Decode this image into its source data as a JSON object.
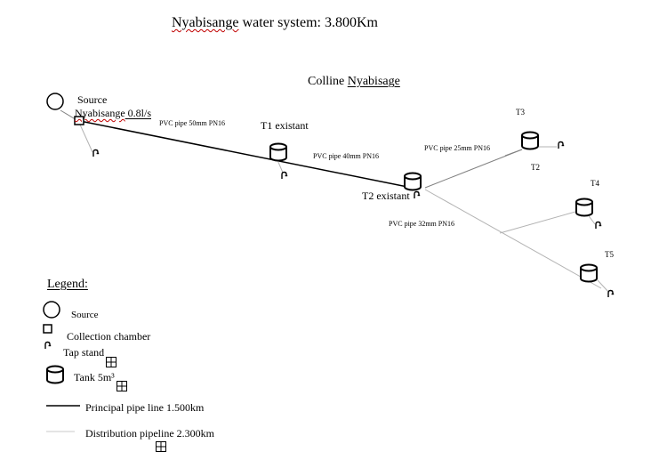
{
  "title": {
    "pre": "Nyabisange",
    "post": " water system: 3.800Km"
  },
  "subtitle": {
    "pre": "Colline ",
    "post": "Nyabisage"
  },
  "labels": {
    "source_line1": "Source",
    "source_line2_pre": "Nyabisange",
    "source_line2_post": " 0.8l/s",
    "t1": "T1 existant",
    "t2_existant": "T2 existant",
    "t2": "T2",
    "t3": "T3",
    "t4": "T4",
    "t5": "T5"
  },
  "pipes": {
    "p50": "PVC pipe 50mm PN16",
    "p40": "PVC pipe 40mm PN16",
    "p25": "PVC pipe 25mm PN16",
    "p32": "PVC pipe 32mm PN16"
  },
  "legend": {
    "heading": "Legend:",
    "source": "Source",
    "collection": "Collection chamber",
    "tap": "Tap stand",
    "tank": "Tank 5m³",
    "principal": "Principal pipe line 1.500km",
    "distribution": "Distribution pipeline 2.300km"
  },
  "colors": {
    "principal": "#000000",
    "distribution": "#b3b3b3",
    "branch": "#808080",
    "squiggle": "#c00000"
  },
  "icons": [
    "source-circle-icon",
    "collection-chamber-icon",
    "tap-stand-icon",
    "tank-icon",
    "anchor-handle-icon"
  ]
}
